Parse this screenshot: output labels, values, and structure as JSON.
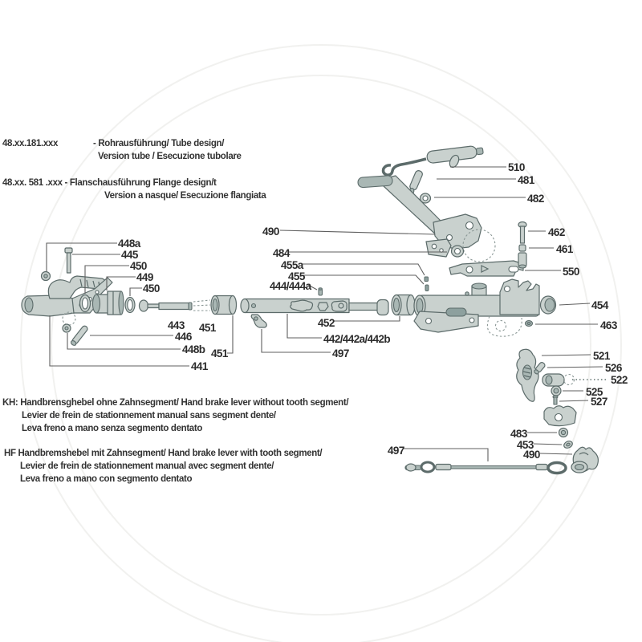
{
  "header": {
    "tube_code": "48.xx.181.xxx",
    "tube_line1": "- Rohrausführung/ Tube design/",
    "tube_line2": "Version tube / Esecuzione tubolare",
    "flange_line1": "48.xx. 581 .xxx - Flanschausführung Flange design/t",
    "flange_line2": "Version a nasque/ Esecuzione flangiata"
  },
  "notes": {
    "kh_line1": "KH: Handbrensghebel ohne Zahnsegment/ Hand brake lever without tooth segment/",
    "kh_line2": "Levier de frein de stationnement manual sans segment dente/",
    "kh_line3": "Leva freno a mano senza segmento dentato",
    "hf_line1": "HF Handbremshebel mit Zahnsegment/ Hand brake lever with tooth segment/",
    "hf_line2": "Levier de frein de stationnement manual avec segment dente/",
    "hf_line3": "Leva freno a mano con segmento dentato"
  },
  "labels": {
    "l448a": "448a",
    "l445": "445",
    "l450a": "450",
    "l449": "449",
    "l450b": "450",
    "l443": "443",
    "l446": "446",
    "l448b": "448b",
    "l441": "441",
    "l451a": "451",
    "l451b": "451",
    "l490_top": "490",
    "l484": "484",
    "l455a": "455a",
    "l455": "455",
    "l444": "444/444a",
    "l452": "452",
    "l442": "442/442a/442b",
    "l497_mid": "497",
    "l510": "510",
    "l481": "481",
    "l482": "482",
    "l462": "462",
    "l461": "461",
    "l550": "550",
    "l454": "454",
    "l463": "463",
    "l521": "521",
    "l526": "526",
    "l522": "522",
    "l525": "525",
    "l527": "527",
    "l483": "483",
    "l453": "453",
    "l490_bottom": "490",
    "l497_cable": "497"
  },
  "colors": {
    "background": "#ffffff",
    "part_fill": "#c9d1ce",
    "part_mid": "#a9b7b4",
    "part_dark": "#8da09e",
    "part_stroke": "#5c6b6a",
    "label_text": "#2c2c2c",
    "leader_line": "#5f5f5f",
    "watermark": "#f1f1ef"
  }
}
